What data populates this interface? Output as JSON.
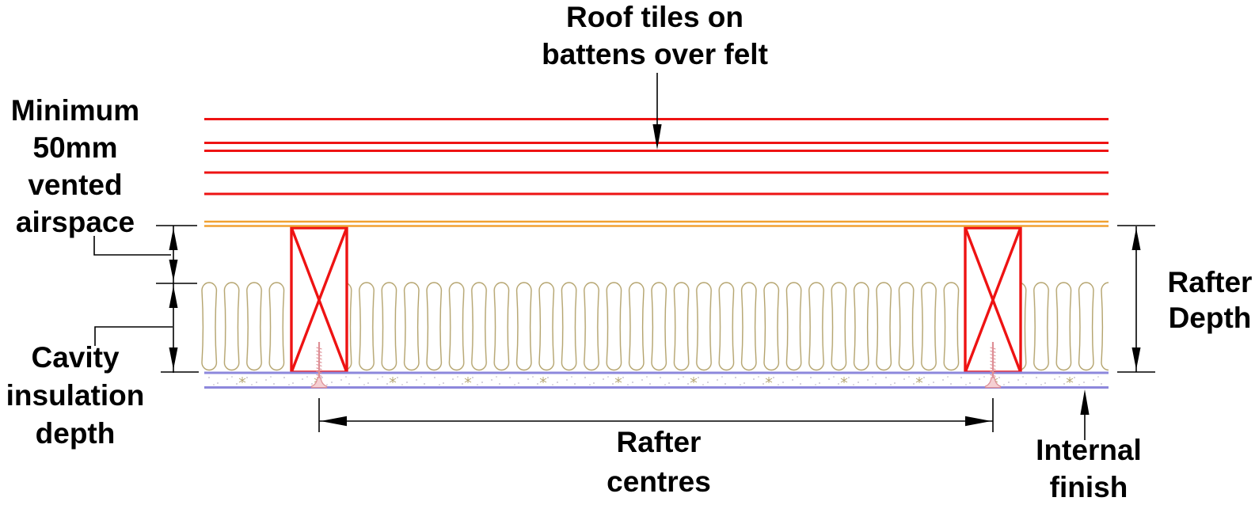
{
  "labels": {
    "roof_tiles": {
      "line1": "Roof tiles on",
      "line2": "battens over felt"
    },
    "vented_airspace": {
      "line1": "Minimum",
      "line2": "50mm",
      "line3": "vented",
      "line4": "airspace"
    },
    "cavity_insulation": {
      "line1": "Cavity",
      "line2": "insulation",
      "line3": "depth"
    },
    "rafter_centres": {
      "line1": "Rafter",
      "line2": "centres"
    },
    "internal_finish": {
      "line1": "Internal",
      "line2": "finish"
    },
    "rafter_depth": {
      "line1": "Rafter",
      "line2": "Depth"
    }
  },
  "colors": {
    "tile": "#ee1313",
    "felt": "#f0a133",
    "insulation": "#b3a26b",
    "plasterboard": "#8d88dc",
    "screw": "#de8f96",
    "screw-fill": "#f5d0d3",
    "speckle": "#b9b2c4",
    "ink": "#000000"
  }
}
